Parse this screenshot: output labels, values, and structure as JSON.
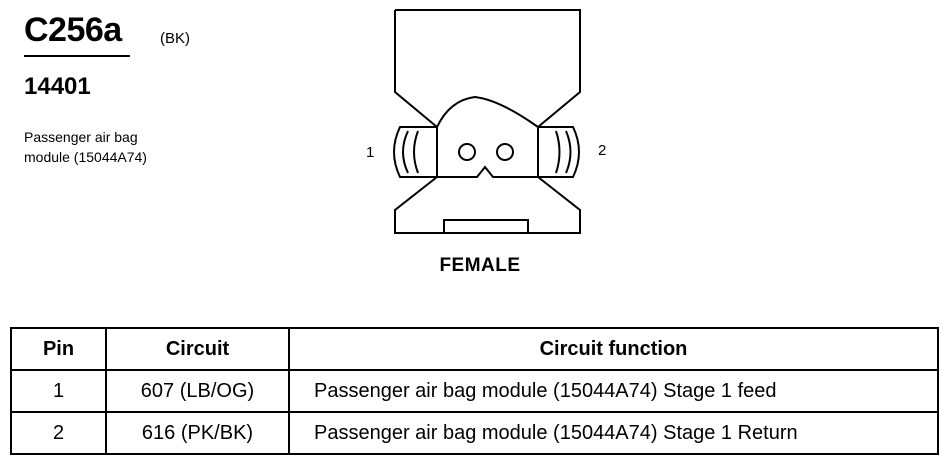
{
  "connector": {
    "id": "C256a",
    "color_code": "(BK)",
    "part_number": "14401",
    "description_lines": [
      "Passenger air bag",
      "module (15044A74)"
    ]
  },
  "diagram": {
    "pin_labels": [
      "1",
      "2"
    ],
    "view": "FEMALE"
  },
  "table": {
    "headers": [
      "Pin",
      "Circuit",
      "Circuit function"
    ],
    "rows": [
      {
        "pin": "1",
        "circuit": "607 (LB/OG)",
        "function": "Passenger air bag module (15044A74) Stage 1 feed"
      },
      {
        "pin": "2",
        "circuit": "616 (PK/BK)",
        "function": "Passenger air bag module (15044A74) Stage 1 Return"
      }
    ]
  }
}
